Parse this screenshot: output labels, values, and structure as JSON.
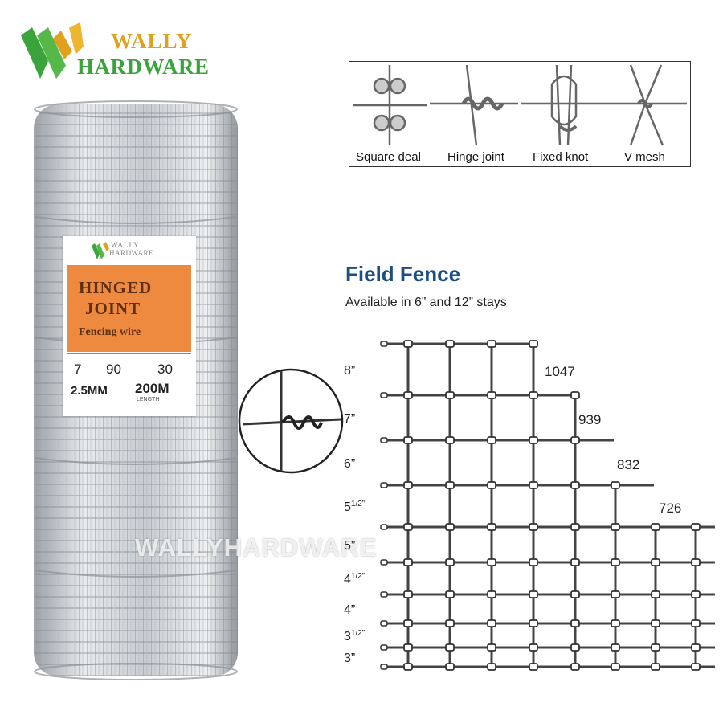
{
  "brand": {
    "line1": "WALLY",
    "line2": "HARDWARE",
    "colors": {
      "gold": "#e0a21e",
      "green": "#3aa33b"
    }
  },
  "tag": {
    "brand1": "WALLY",
    "brand2": "HARDWARE",
    "title1": "HINGED",
    "title2": "JOINT",
    "subtitle": "Fencing wire",
    "spec_values": [
      "7",
      "90",
      "30"
    ],
    "wire": "2.5MM",
    "length": "200M",
    "length_caption": "LENGTH",
    "color": "#ee8a3f"
  },
  "watermark": "WALLYHARDWARE",
  "joints": {
    "labels": [
      "Square deal",
      "Hinge joint",
      "Fixed knot",
      "V mesh"
    ]
  },
  "field_fence": {
    "title": "Field Fence",
    "subtitle": "Available in 6” and 12” stays",
    "spacing_labels": [
      "8”",
      "7”",
      "6”",
      "5 1/2”",
      "5”",
      "4 1/2”",
      "4”",
      "3 1/2”",
      "3”"
    ],
    "spacing_sup": [
      "",
      "",
      "",
      "1/2”",
      "",
      "1/2”",
      "",
      "1/2”",
      ""
    ],
    "spacing_base": [
      "8”",
      "7”",
      "6”",
      "5",
      "5”",
      "4",
      "4”",
      "3",
      "3”"
    ],
    "model_labels": [
      "1047",
      "939",
      "832",
      "726"
    ],
    "title_color": "#1b4f82"
  }
}
